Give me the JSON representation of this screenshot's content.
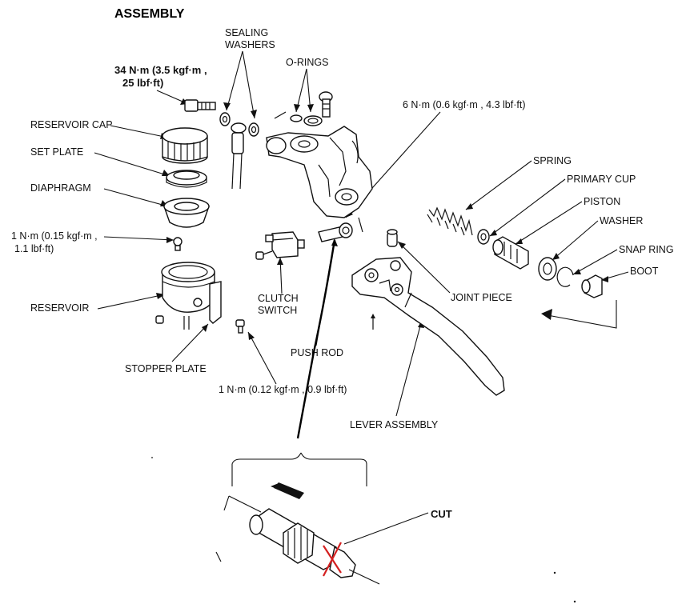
{
  "title": "ASSEMBLY",
  "labels": {
    "sealing_washers_1": "SEALING",
    "sealing_washers_2": "WASHERS",
    "o_rings": "O-RINGS",
    "torque_bolt_1": "34 N·m (3.5 kgf·m ,",
    "torque_bolt_2": "25 lbf·ft)",
    "torque_pivot": "6 N·m (0.6 kgf·m , 4.3 lbf·ft)",
    "reservoir_cap": "RESERVOIR CAP",
    "set_plate": "SET PLATE",
    "diaphragm": "DIAPHRAGM",
    "torque_cap_1": "1 N·m (0.15 kgf·m ,",
    "torque_cap_2": "1.1 lbf·ft)",
    "reservoir": "RESERVOIR",
    "stopper_plate": "STOPPER PLATE",
    "torque_stopper": "1 N·m (0.12 kgf·m , 0.9 lbf·ft)",
    "clutch_switch_1": "CLUTCH",
    "clutch_switch_2": "SWITCH",
    "push_rod": "PUSH ROD",
    "spring": "SPRING",
    "primary_cup": "PRIMARY CUP",
    "piston": "PISTON",
    "washer": "WASHER",
    "snap_ring": "SNAP RING",
    "boot": "BOOT",
    "joint_piece": "JOINT PIECE",
    "lever_assembly": "LEVER ASSEMBLY",
    "cut": "CUT"
  },
  "colors": {
    "ink": "#111111",
    "cut_mark": "#d42020"
  }
}
